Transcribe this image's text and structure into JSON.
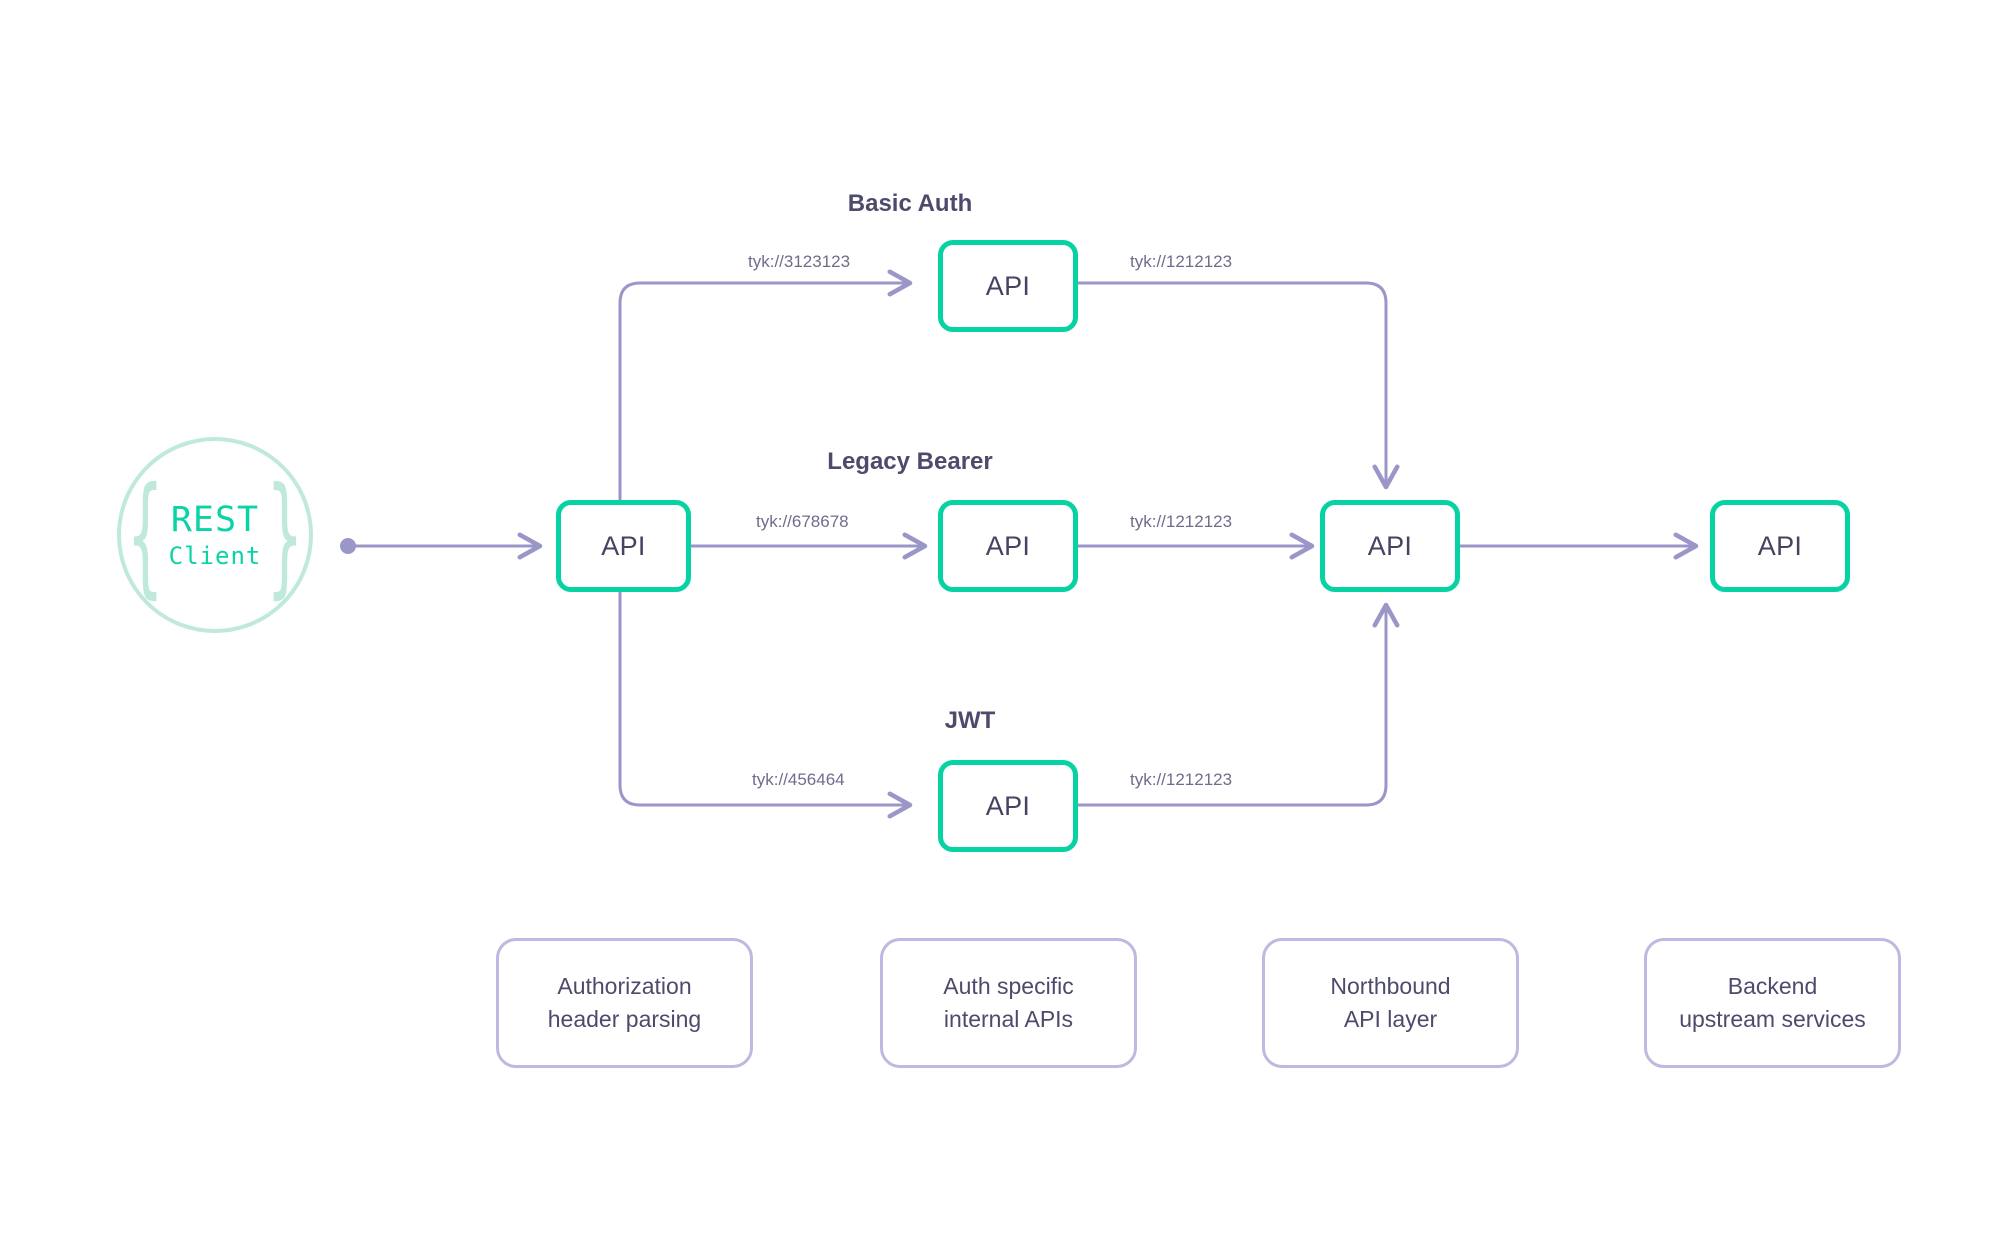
{
  "diagram": {
    "client": {
      "brace_left": "{",
      "brace_right": "}",
      "title": "REST",
      "subtitle": "Client"
    },
    "group_titles": {
      "basic_auth": "Basic Auth",
      "legacy_bearer": "Legacy Bearer",
      "jwt": "JWT"
    },
    "nodes": {
      "gateway": "API",
      "basic_auth_api": "API",
      "legacy_bearer_api": "API",
      "jwt_api": "API",
      "northbound_api": "API",
      "backend_api": "API"
    },
    "edge_labels": {
      "to_basic_auth": "tyk://3123123",
      "to_legacy_bearer": "tyk://678678",
      "to_jwt": "tyk://456464",
      "basic_auth_to_northbound": "tyk://1212123",
      "legacy_bearer_to_northbound": "tyk://1212123",
      "jwt_to_northbound": "tyk://1212123"
    },
    "captions": [
      "Authorization\nheader parsing",
      "Auth specific\ninternal APIs",
      "Northbound\nAPI layer",
      "Backend\nupstream services"
    ],
    "colors": {
      "api_border": "#07d2a4",
      "client_ring": "#bfe9dc",
      "client_text": "#09d4a6",
      "connector": "#9b96c8",
      "caption_border": "#bdb9e0",
      "text_dark": "#4d4b6b",
      "label_text": "#6f6d8c",
      "background": "#ffffff"
    }
  }
}
